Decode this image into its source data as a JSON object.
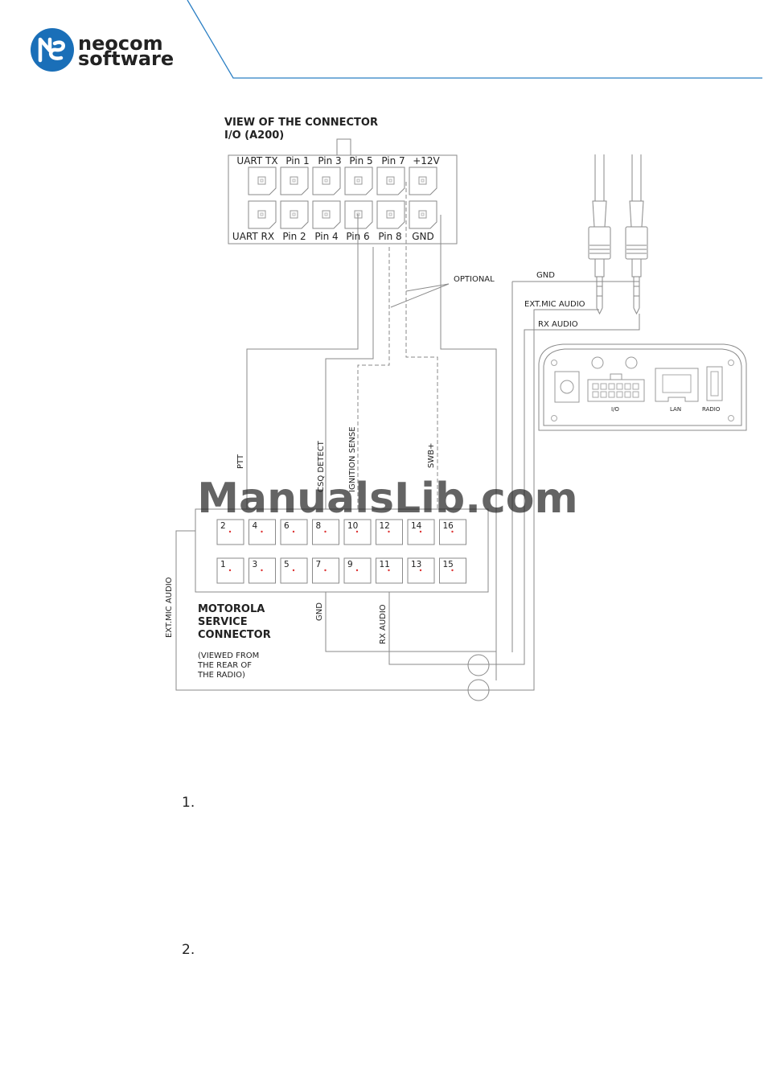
{
  "logo": {
    "line1": "neocom",
    "line2": "software"
  },
  "io_connector": {
    "title_line1": "VIEW OF THE CONNECTOR",
    "title_line2": "I/O (A200)",
    "top_pins": [
      "UART TX",
      "Pin 1",
      "Pin 3",
      "Pin 5",
      "Pin 7",
      "+12V"
    ],
    "bottom_pins": [
      "UART RX",
      "Pin 2",
      "Pin 4",
      "Pin 6",
      "Pin 8",
      "GND"
    ]
  },
  "annotations": {
    "optional": "OPTIONAL",
    "gnd": "GND",
    "ext_mic_audio": "EXT.MIC AUDIO",
    "rx_audio": "RX AUDIO"
  },
  "signals": {
    "ptt": "PTT",
    "csq_detect": "CSQ DETECT",
    "ignition_sense": "IGNITION SENSE",
    "swb": "SWB+",
    "ext_mic_audio": "EXT.MIC AUDIO",
    "gnd": "GND",
    "rx_audio": "RX AUDIO"
  },
  "motorola_connector": {
    "title_line1": "MOTOROLA",
    "title_line2": "SERVICE",
    "title_line3": "CONNECTOR",
    "note_line1": "(VIEWED FROM",
    "note_line2": "THE REAR OF",
    "note_line3": "THE RADIO)",
    "top_pins": [
      "2",
      "4",
      "6",
      "8",
      "10",
      "12",
      "14",
      "16"
    ],
    "bottom_pins": [
      "1",
      "3",
      "5",
      "7",
      "9",
      "11",
      "13",
      "15"
    ]
  },
  "device_ports": {
    "io": "I/O",
    "lan": "LAN",
    "radio": "RADIO"
  },
  "watermark": "ManualsLib.com",
  "list_markers": [
    "1.",
    "2."
  ]
}
